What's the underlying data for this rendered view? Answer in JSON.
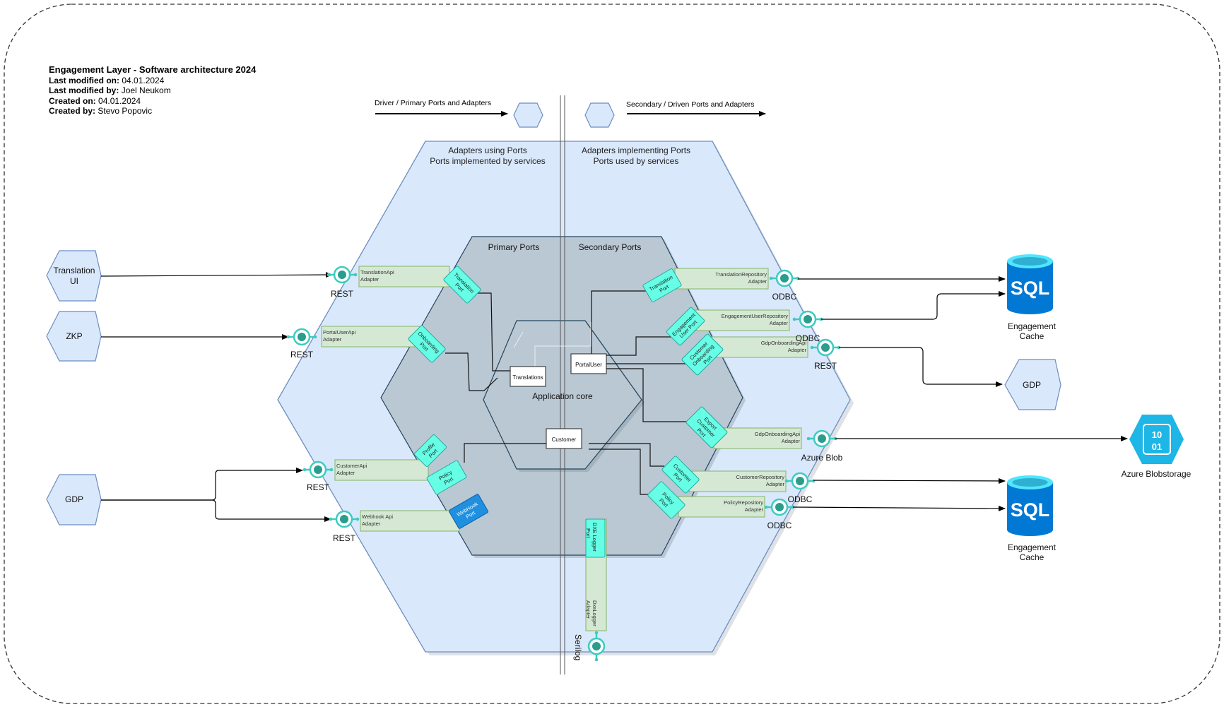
{
  "header": {
    "title": "Engagement Layer - Software architecture 2024",
    "modified_on_label": "Last modified on:",
    "modified_on": "04.01.2024",
    "modified_by_label": "Last modified by:",
    "modified_by": "Joel Neukom",
    "created_on_label": "Created on:",
    "created_on": "04.01.2024",
    "created_by_label": "Created by:",
    "created_by": "Stevo Popovic"
  },
  "legend": {
    "primary": "Driver / Primary Ports and Adapters",
    "secondary": "Secondary / Driven Ports and Adapters"
  },
  "outer_hex": {
    "left_line1": "Adapters using Ports",
    "left_line2": "Ports implemented by services",
    "right_line1": "Adapters implementing Ports",
    "right_line2": "Ports used by services"
  },
  "inner_hex": {
    "primary": "Primary Ports",
    "secondary": "Secondary Ports"
  },
  "core": {
    "label": "Application core",
    "translations": "Translations",
    "portaluser": "PortalUser",
    "customer": "Customer"
  },
  "actors": {
    "translation_ui_1": "Translation",
    "translation_ui_2": "UI",
    "zkp": "ZKP",
    "gdp_left": "GDP",
    "gdp_right": "GDP"
  },
  "adapters": {
    "translation_api_1": "TranslationApi",
    "translation_api_2": "Adapter",
    "portaluser_api_1": "PortalUserApi",
    "portaluser_api_2": "Adapter",
    "customer_api_1": "CustomerApi",
    "customer_api_2": "Adapter",
    "webhook_api_1": "Webhook  Api",
    "webhook_api_2": "Adapter",
    "translation_repo_1": "TranslationRepository",
    "translation_repo_2": "Adapter",
    "engagementuser_repo_1": "EngagementUserRepository",
    "engagementuser_repo_2": "Adapter",
    "gdponboarding_api_a1": "GdpOnboardingApi",
    "gdponboarding_api_a2": "Adapter",
    "gdponboarding_api_b1": "GdpOnboardingApi",
    "gdponboarding_api_b2": "Adapter",
    "customer_repo_1": "CustomerRepository",
    "customer_repo_2": "Adapter",
    "policy_repo_1": "PolicyRepository",
    "policy_repo_2": "Adapter",
    "dxe_logger_1": "DxeLogger",
    "dxe_logger_2": "Adapter"
  },
  "ports": {
    "translation_left_1": "Translation",
    "translation_left_2": "Port",
    "onboarding_1": "Onboarding",
    "onboarding_2": "Port",
    "profile_1": "Profile",
    "profile_2": "Port",
    "policy_left_1": "Policy",
    "policy_left_2": "Port",
    "webhook_1": "WebHook",
    "webhook_2": "Port",
    "translation_right_1": "Translation",
    "translation_right_2": "Port",
    "engagement_user_1": "Engagement",
    "engagement_user_2": "User Port",
    "customer_onboarding_1": "Customer",
    "customer_onboarding_2": "Onboarding",
    "customer_onboarding_3": "Port",
    "export_customer_1": "Export",
    "export_customer_2": "Customer",
    "export_customer_3": "Port",
    "customer_right_1": "Customer",
    "customer_right_2": "Port",
    "policy_right_1": "Policy",
    "policy_right_2": "Port",
    "dxe_logger_1": "DXE Logger",
    "dxe_logger_2": "Port"
  },
  "protocols": {
    "rest_1": "REST",
    "rest_2": "REST",
    "rest_3": "REST",
    "rest_4": "REST",
    "rest_5": "REST",
    "odbc_1": "ODBC",
    "odbc_2": "ODBC",
    "odbc_3": "ODBC",
    "odbc_4": "ODBC",
    "azure_blob": "Azure Blob",
    "serilog": "Serilog"
  },
  "stores": {
    "sql_text_1": "SQL",
    "sql_text_2": "SQL",
    "cache_top_1": "Engagement",
    "cache_top_2": "Cache",
    "cache_bottom_1": "Engagement",
    "cache_bottom_2": "Cache",
    "blob_bits_1": "10",
    "blob_bits_2": "01",
    "blob_label": "Azure Blobstorage"
  },
  "colors": {
    "hex_fill": "#dae8fc",
    "hex_stroke": "#6c8ebf",
    "inner_fill": "#bac8d3",
    "inner_stroke": "#23445d",
    "adapter_fill": "#d5e8d4",
    "adapter_stroke": "#82b366",
    "port_fill": "#66ffe6",
    "port_stroke": "#28a8a0",
    "webhook_fill": "#1f8fe0",
    "sql_blue": "#0078d4",
    "sql_cyan": "#50e6ff",
    "blob_fill": "#1eb6e6"
  }
}
